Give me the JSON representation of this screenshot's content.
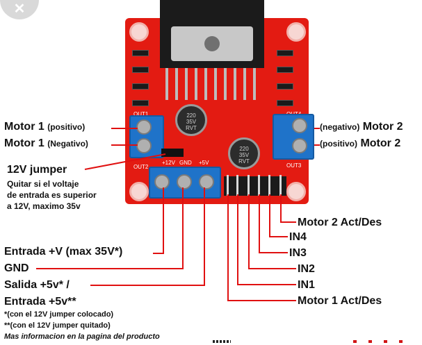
{
  "title": "",
  "labels": {
    "motor1_pos": "Motor 1",
    "motor1_pos_sub": "(positivo)",
    "motor1_neg": "Motor 1",
    "motor1_neg_sub": "(Negativo)",
    "jumper_title": "12V jumper",
    "jumper_desc_1": "Quitar si el voltaje",
    "jumper_desc_2": "de entrada es superior",
    "jumper_desc_3": "a 12V, maximo 35v",
    "vin": "Entrada +V (max 35V*)",
    "gnd": "GND",
    "out5v": "Salida +5v* /",
    "in5v": "Entrada +5v**",
    "note1": "*(con el 12V jumper colocado)",
    "note2": "**(con el 12V jumper quitado)",
    "note3": "Mas informacion en la pagina del producto",
    "motor2_neg_sub": "(negativo)",
    "motor2_neg": "Motor 2",
    "motor2_pos_sub": "(positivo)",
    "motor2_pos": "Motor 2",
    "m2_act": "Motor 2 Act/Des",
    "in4": "IN4",
    "in3": "IN3",
    "in2": "IN2",
    "in1": "IN1",
    "m1_act": "Motor 1 Act/Des"
  },
  "board": {
    "cap1": [
      "220",
      "35V",
      "RVT"
    ],
    "cap2": [
      "220",
      "35V",
      "RVT"
    ],
    "silk_out1": "OUT1",
    "silk_out2": "OUT2",
    "silk_out3": "OUT3",
    "silk_out4": "OUT4",
    "silk_12v": "+12V",
    "silk_gnd": "GND",
    "silk_5v": "+5V"
  },
  "icons": {
    "close": "close-icon"
  },
  "colors": {
    "board": "#e31b12",
    "terminal": "#1f73c9",
    "line": "#e01010"
  }
}
